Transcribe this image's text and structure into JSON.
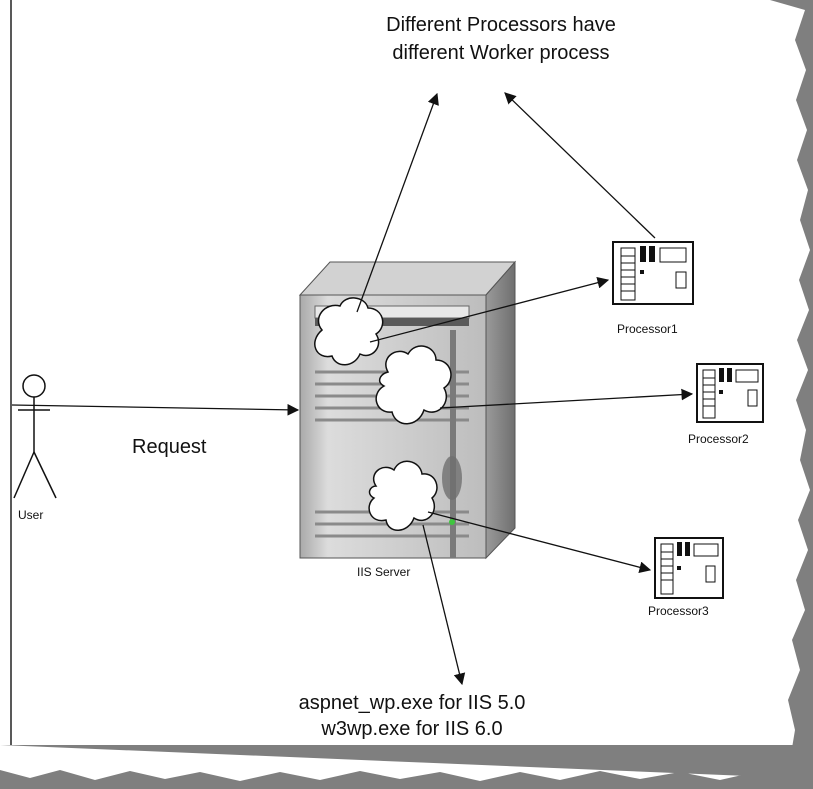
{
  "diagram": {
    "title_line1": "Different Processors have",
    "title_line2": "different Worker process",
    "request_label": "Request",
    "user_label": "User",
    "server_label": "IIS Server",
    "processors": [
      "Processor1",
      "Processor2",
      "Processor3"
    ],
    "bottom_line1": "aspnet_wp.exe for IIS 5.0",
    "bottom_line2": "w3wp.exe for IIS 6.0"
  },
  "colors": {
    "shadow": "#7f7f7f",
    "server_body": "#c8c8c8",
    "server_dark": "#8c8c8c",
    "ink": "#111111",
    "led": "#3ec63e"
  }
}
